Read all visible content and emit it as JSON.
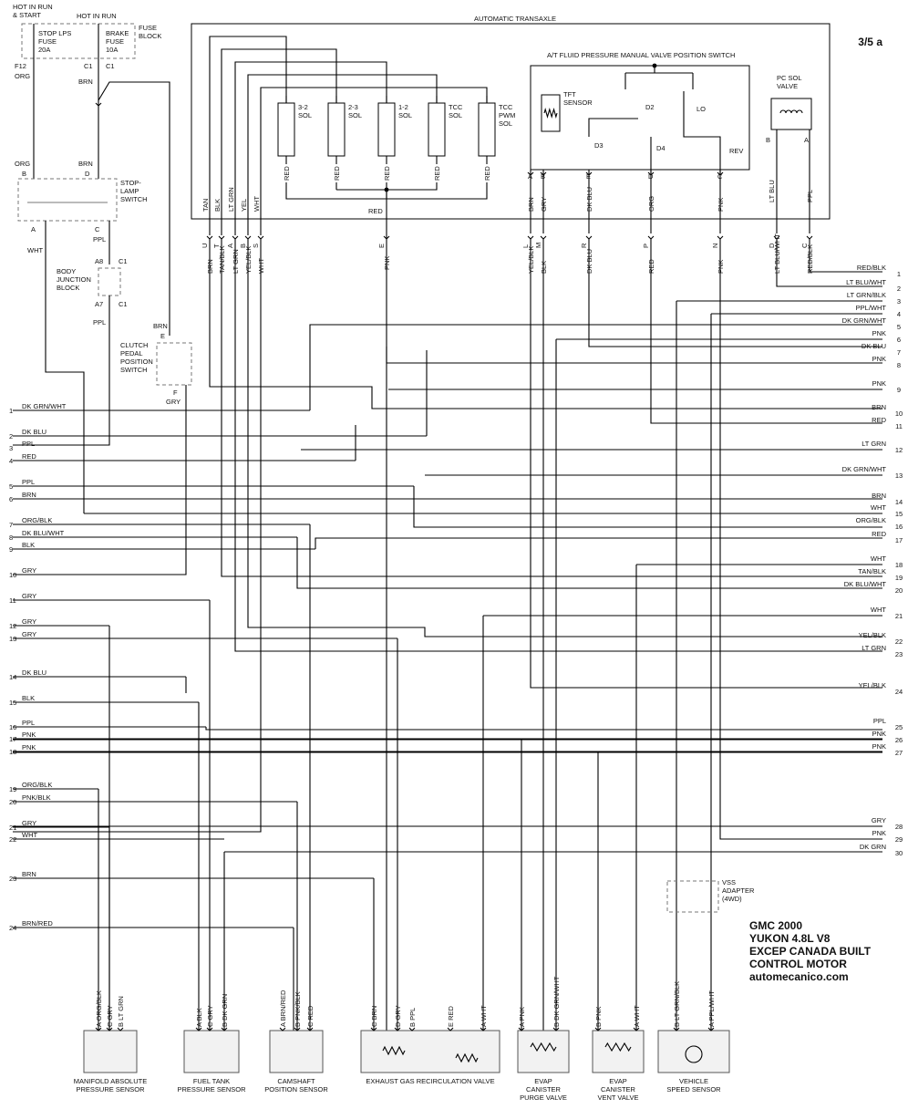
{
  "page_code": "3/5 a",
  "title_block": {
    "line1": "GMC 2000",
    "line2": "YUKON 4.8L V8",
    "line3": "EXCEP CANADA BUILT",
    "line4": "CONTROL MOTOR",
    "line5": "automecanico.com"
  },
  "fuse_block": {
    "label": "FUSE BLOCK",
    "hot1": [
      "HOT IN RUN",
      "& START"
    ],
    "hot2": [
      "HOT IN RUN"
    ],
    "fuse1": [
      "STOP LPS",
      "FUSE",
      "20A"
    ],
    "fuse2": [
      "BRAKE",
      "FUSE",
      "10A"
    ],
    "pin1": "F12",
    "pin2": "C1",
    "conn": "C1",
    "wire1": "ORG",
    "wire2": "BRN"
  },
  "stop_lamp_switch": {
    "label": [
      "STOP-",
      "LAMP",
      "SWITCH"
    ],
    "pins": [
      "B",
      "D",
      "A",
      "C"
    ],
    "wires_top": [
      "ORG",
      "BRN"
    ],
    "wires_bottom": [
      "WHT",
      "PPL"
    ]
  },
  "body_junction_block": {
    "label": [
      "BODY",
      "JUNCTION",
      "BLOCK"
    ],
    "pin_top": "A8",
    "pin_bottom": "A7",
    "conn_top": "C1",
    "conn_bottom": "C1",
    "wire_bottom": "PPL"
  },
  "clutch_switch": {
    "label": [
      "CLUTCH",
      "PEDAL",
      "POSITION",
      "SWITCH"
    ],
    "wire_top": "BRN",
    "pin_top": "E",
    "pin_bottom": "F",
    "wire_bottom": "GRY"
  },
  "transaxle": {
    "label": "AUTOMATIC TRANSAXLE",
    "solenoids": [
      {
        "label": [
          "3-2",
          "SOL"
        ],
        "wire": "RED"
      },
      {
        "label": [
          "2-3",
          "SOL"
        ],
        "wire": "RED"
      },
      {
        "label": [
          "1-2",
          "SOL"
        ],
        "wire": "RED"
      },
      {
        "label": [
          "TCC",
          "SOL"
        ],
        "wire": "RED"
      },
      {
        "label": [
          "TCC",
          "PWM",
          "SOL"
        ],
        "wire": "RED"
      }
    ],
    "common_wire": "RED",
    "left_wires": [
      "TAN",
      "BLK",
      "LT GRN",
      "YEL",
      "WHT"
    ],
    "switch": {
      "label": "A/T FLUID PRESSURE MANUAL VALVE POSITION SWITCH",
      "tft": [
        "TFT",
        "SENSOR"
      ],
      "positions": [
        "D2",
        "LO",
        "D3",
        "D4",
        "REV"
      ],
      "pins": [
        "A",
        "B",
        "E",
        "D",
        "C"
      ],
      "wires": [
        "BRN",
        "GRY",
        "DK BLU",
        "ORG",
        "PNK"
      ]
    },
    "pc_sol": {
      "label": [
        "PC SOL",
        "VALVE"
      ],
      "pins": [
        "B",
        "A"
      ],
      "wires": [
        "LT BLU",
        "PPL"
      ]
    }
  },
  "connector_row": {
    "left": [
      {
        "wire": "BRN",
        "pin": "U"
      },
      {
        "wire": "TAN/BLK",
        "pin": "T"
      },
      {
        "wire": "LT GRN",
        "pin": "A"
      },
      {
        "wire": "YEL/BLK",
        "pin": "B"
      },
      {
        "wire": "WHT",
        "pin": "S"
      }
    ],
    "mid": {
      "wire": "PNK",
      "pin": "E"
    },
    "right": [
      {
        "wire": "YEL/BLK",
        "pin": "L"
      },
      {
        "wire": "BLK",
        "pin": "M"
      },
      {
        "wire": "DK BLU",
        "pin": "R"
      },
      {
        "wire": "RED",
        "pin": "P"
      },
      {
        "wire": "PNK",
        "pin": "N"
      },
      {
        "wire": "LT BLU/WHT",
        "pin": "D"
      },
      {
        "wire": "RED/BLK",
        "pin": "C"
      }
    ]
  },
  "left_terminals": [
    {
      "n": "1",
      "wire": "DK GRN/WHT"
    },
    {
      "n": "2",
      "wire": "DK BLU"
    },
    {
      "n": "3",
      "wire": "PPL"
    },
    {
      "n": "4",
      "wire": "RED"
    },
    {
      "n": "5",
      "wire": "PPL"
    },
    {
      "n": "6",
      "wire": "BRN"
    },
    {
      "n": "7",
      "wire": "ORG/BLK"
    },
    {
      "n": "8",
      "wire": "DK BLU/WHT"
    },
    {
      "n": "9",
      "wire": "BLK"
    },
    {
      "n": "10",
      "wire": "GRY"
    },
    {
      "n": "11",
      "wire": "GRY"
    },
    {
      "n": "12",
      "wire": "GRY"
    },
    {
      "n": "13",
      "wire": "GRY"
    },
    {
      "n": "14",
      "wire": "DK BLU"
    },
    {
      "n": "15",
      "wire": "BLK"
    },
    {
      "n": "16",
      "wire": "PPL"
    },
    {
      "n": "17",
      "wire": "PNK"
    },
    {
      "n": "18",
      "wire": "PNK"
    },
    {
      "n": "19",
      "wire": "ORG/BLK"
    },
    {
      "n": "20",
      "wire": "PNK/BLK"
    },
    {
      "n": "21",
      "wire": "GRY"
    },
    {
      "n": "22",
      "wire": "WHT"
    },
    {
      "n": "23",
      "wire": "BRN"
    },
    {
      "n": "24",
      "wire": "BRN/RED"
    }
  ],
  "right_terminals": [
    {
      "n": "1",
      "wire": "RED/BLK"
    },
    {
      "n": "2",
      "wire": "LT BLU/WHT"
    },
    {
      "n": "3",
      "wire": "LT GRN/BLK"
    },
    {
      "n": "4",
      "wire": "PPL/WHT"
    },
    {
      "n": "5",
      "wire": "DK GRN/WHT"
    },
    {
      "n": "6",
      "wire": "PNK"
    },
    {
      "n": "7",
      "wire": "DK BLU"
    },
    {
      "n": "8",
      "wire": "PNK"
    },
    {
      "n": "9",
      "wire": "PNK"
    },
    {
      "n": "10",
      "wire": "BRN"
    },
    {
      "n": "11",
      "wire": "RED"
    },
    {
      "n": "12",
      "wire": "LT GRN"
    },
    {
      "n": "13",
      "wire": "DK GRN/WHT"
    },
    {
      "n": "14",
      "wire": "BRN"
    },
    {
      "n": "15",
      "wire": "WHT"
    },
    {
      "n": "16",
      "wire": "ORG/BLK"
    },
    {
      "n": "17",
      "wire": "RED"
    },
    {
      "n": "18",
      "wire": "WHT"
    },
    {
      "n": "19",
      "wire": "TAN/BLK"
    },
    {
      "n": "20",
      "wire": "DK BLU/WHT"
    },
    {
      "n": "21",
      "wire": "WHT"
    },
    {
      "n": "22",
      "wire": "YEL/BLK"
    },
    {
      "n": "23",
      "wire": "LT GRN"
    },
    {
      "n": "24",
      "wire": "YEL/BLK"
    },
    {
      "n": "25",
      "wire": "PPL"
    },
    {
      "n": "26",
      "wire": "PNK"
    },
    {
      "n": "27",
      "wire": "PNK"
    },
    {
      "n": "28",
      "wire": "GRY"
    },
    {
      "n": "29",
      "wire": "PNK"
    },
    {
      "n": "30",
      "wire": "DK GRN"
    }
  ],
  "vss_adapter": [
    "VSS",
    "ADAPTER",
    "(4WD)"
  ],
  "sensors": [
    {
      "name": [
        "MANIFOLD ABSOLUTE",
        "PRESSURE SENSOR"
      ],
      "pins": [
        {
          "pin": "A",
          "wire": "ORG/BLK"
        },
        {
          "pin": "C",
          "wire": "GRY"
        },
        {
          "pin": "B",
          "wire": "LT GRN"
        }
      ]
    },
    {
      "name": [
        "FUEL TANK",
        "PRESSURE SENSOR"
      ],
      "pins": [
        {
          "pin": "A",
          "wire": "BLK"
        },
        {
          "pin": "C",
          "wire": "GRY"
        },
        {
          "pin": "B",
          "wire": "DK GRN"
        }
      ]
    },
    {
      "name": [
        "CAMSHAFT",
        "POSITION SENSOR"
      ],
      "pins": [
        {
          "pin": "A",
          "wire": "BRN/RED"
        },
        {
          "pin": "B",
          "wire": "PNK/BLK"
        },
        {
          "pin": "C",
          "wire": "RED"
        }
      ]
    },
    {
      "name": [
        "EXHAUST GAS RECIRCULATION VALVE"
      ],
      "pins": [
        {
          "pin": "C",
          "wire": "BRN"
        },
        {
          "pin": "D",
          "wire": "GRY"
        },
        {
          "pin": "B",
          "wire": "PPL"
        },
        {
          "pin": "E",
          "wire": "RED"
        },
        {
          "pin": "A",
          "wire": "WHT"
        }
      ]
    },
    {
      "name": [
        "EVAP",
        "CANISTER",
        "PURGE VALVE"
      ],
      "pins": [
        {
          "pin": "A",
          "wire": "PNK"
        },
        {
          "pin": "B",
          "wire": "DK GRN/WHT"
        }
      ]
    },
    {
      "name": [
        "EVAP",
        "CANISTER",
        "VENT VALVE"
      ],
      "pins": [
        {
          "pin": "B",
          "wire": "PNK"
        },
        {
          "pin": "A",
          "wire": "WHT"
        }
      ]
    },
    {
      "name": [
        "VEHICLE",
        "SPEED SENSOR"
      ],
      "pins": [
        {
          "pin": "B",
          "wire": "LT GRN/BLK"
        },
        {
          "pin": "A",
          "wire": "PPL/WHT"
        }
      ]
    }
  ]
}
